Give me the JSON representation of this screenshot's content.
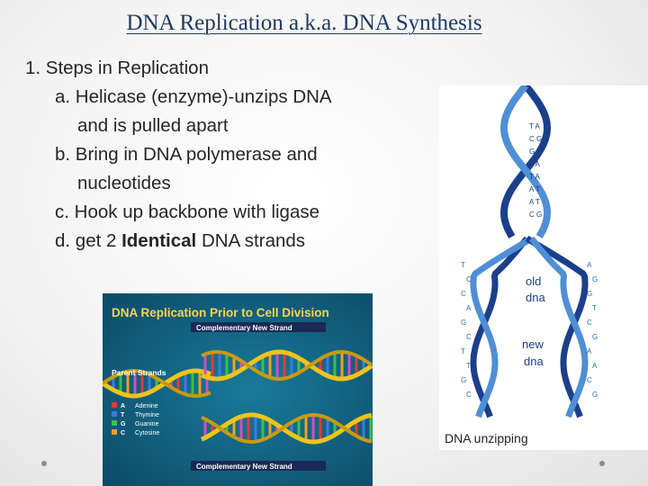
{
  "title": "DNA Replication a.k.a. DNA Synthesis",
  "steps": {
    "heading": "1. Steps in Replication",
    "a_line1": "a. Helicase (enzyme)-unzips DNA",
    "a_line2": "and is pulled apart",
    "b_line1": "b. Bring in DNA polymerase and",
    "b_line2": "nucleotides",
    "c": "c. Hook up backbone with ligase",
    "d_pre": "d. get 2 ",
    "d_bold": "Identical",
    "d_post": " DNA strands"
  },
  "left_figure": {
    "title": "DNA Replication Prior to Cell Division",
    "top_label": "Complementary New Strand",
    "parent_label": "Parent Strands",
    "bottom_label": "Complementary New Strand",
    "legend": [
      {
        "code": "A",
        "name": "Adenine"
      },
      {
        "code": "T",
        "name": "Thymine"
      },
      {
        "code": "G",
        "name": "Guanine"
      },
      {
        "code": "C",
        "name": "Cytosine"
      }
    ],
    "colors": {
      "background": "#0e5a78",
      "title": "#ffd44a",
      "strand": "#f0c419",
      "band": "#1a2a55"
    }
  },
  "right_figure": {
    "old_label": "old\ndna",
    "new_label": "new\ndna",
    "caption": "DNA unzipping",
    "colors": {
      "strand_dark": "#1b3f8a",
      "strand_light": "#4f8fd6",
      "bases": "#3fa9d6"
    },
    "bases_top": [
      "T A",
      "C G",
      "G C",
      "T A",
      "T A",
      "A T",
      "A T",
      "C G"
    ],
    "bases_left": [
      "T",
      "C",
      "C",
      "A",
      "G",
      "C",
      "T",
      "T",
      "G",
      "C"
    ],
    "bases_right": [
      "A",
      "G",
      "G",
      "T",
      "C",
      "G",
      "A",
      "A",
      "C",
      "G"
    ]
  }
}
